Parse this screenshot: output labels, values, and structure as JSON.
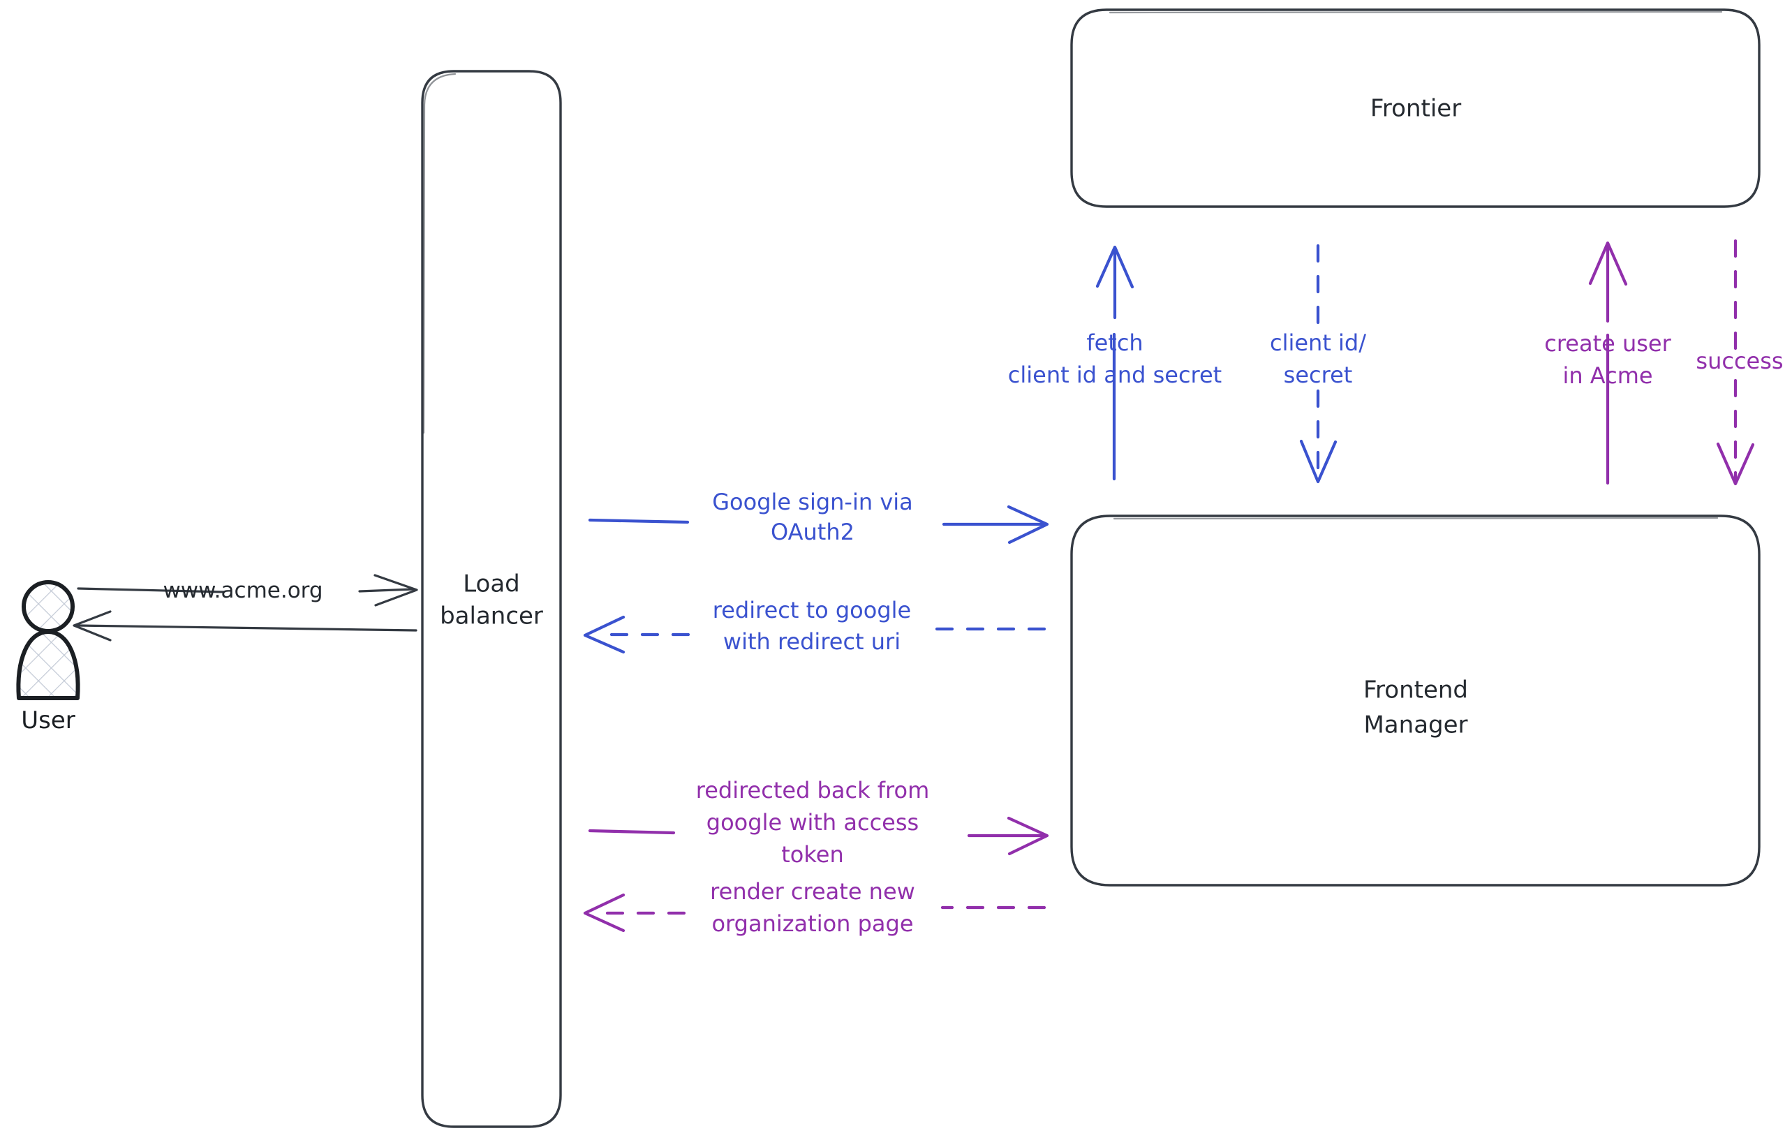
{
  "diagram": {
    "title": "Google OAuth2 sign-in sequence",
    "background": "#ffffff",
    "colors": {
      "ink": "#343a42",
      "blue": "#3a52cf",
      "purple": "#912fab",
      "node_fill": "#ffffff"
    }
  },
  "actors": {
    "user": {
      "label": "User",
      "icon": "person-icon"
    }
  },
  "nodes": {
    "load_balancer": {
      "label_line1": "Load",
      "label_line2": "balancer"
    },
    "frontier": {
      "label": "Frontier"
    },
    "frontend_manager": {
      "label_line1": "Frontend",
      "label_line2": "Manager"
    }
  },
  "edges": {
    "user_to_lb": {
      "label": "www.acme.org",
      "color": "#343a42",
      "style": "solid",
      "direction": "right"
    },
    "lb_to_user": {
      "label": "",
      "color": "#343a42",
      "style": "solid",
      "direction": "left"
    },
    "lb_to_fm_signin": {
      "label_line1": "Google sign-in via",
      "label_line2": "OAuth2",
      "color": "#3a52cf",
      "style": "solid",
      "direction": "right"
    },
    "fm_to_lb_redirect": {
      "label_line1": "redirect to google",
      "label_line2": "with redirect uri",
      "color": "#3a52cf",
      "style": "dashed",
      "direction": "left"
    },
    "lb_to_fm_token": {
      "label_line1": "redirected back from",
      "label_line2": "google with access",
      "label_line3": "token",
      "color": "#912fab",
      "style": "solid",
      "direction": "right"
    },
    "fm_to_lb_render": {
      "label_line1": "render create new",
      "label_line2": "organization page",
      "color": "#912fab",
      "style": "dashed",
      "direction": "left"
    },
    "fm_to_frontier_fetch": {
      "label_line1": "fetch",
      "label_line2": "client id and secret",
      "color": "#3a52cf",
      "style": "solid",
      "direction": "up"
    },
    "frontier_to_fm_creds": {
      "label_line1": "client id/",
      "label_line2": "secret",
      "color": "#3a52cf",
      "style": "dashed",
      "direction": "down"
    },
    "fm_to_frontier_create": {
      "label_line1": "create user",
      "label_line2": "in Acme",
      "color": "#912fab",
      "style": "solid",
      "direction": "up"
    },
    "frontier_to_fm_success": {
      "label": "success",
      "color": "#912fab",
      "style": "dashed",
      "direction": "down"
    }
  }
}
